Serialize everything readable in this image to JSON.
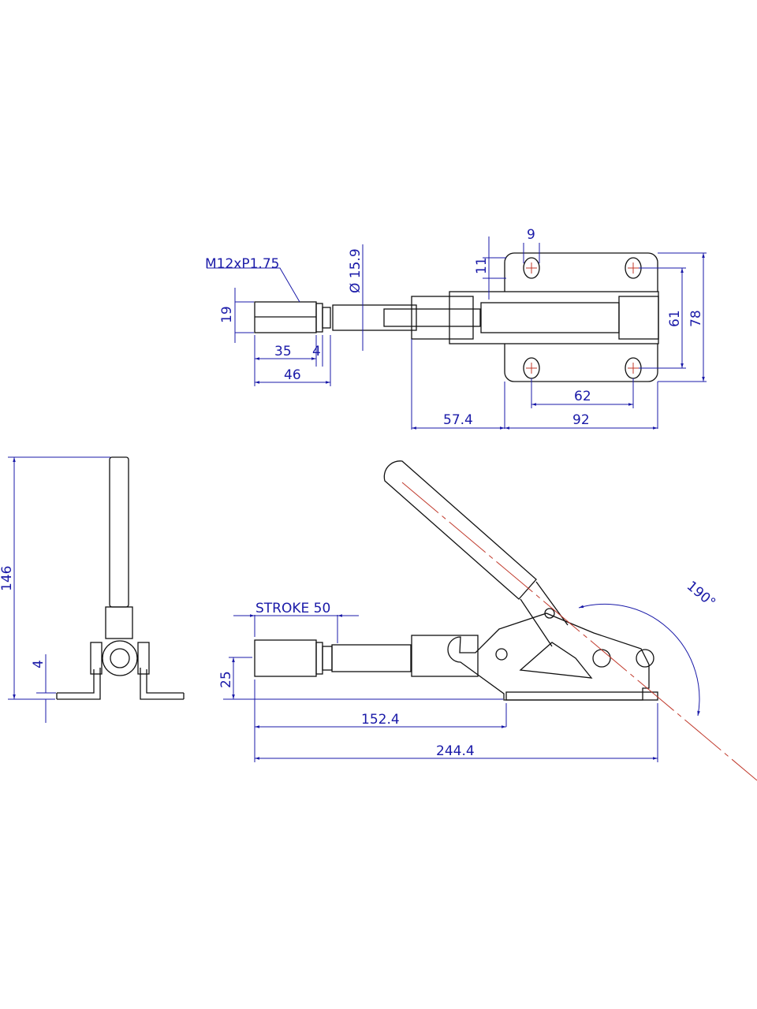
{
  "dimensions": {
    "thread": "M12xP1.75",
    "diameter": "Ø 15.9",
    "hex_height": "19",
    "thread_len": "35",
    "nut_len": "4",
    "tip_len": "46",
    "hole_w": "9",
    "hole_h": "11",
    "hole_spacing_y": "61",
    "base_width": "78",
    "hole_spacing_x": "62",
    "base_length": "92",
    "offset": "57.4",
    "height": "146",
    "base_thickness": "4",
    "stroke": "STROKE 50",
    "plunger_height": "25",
    "to_base": "152.4",
    "overall": "244.4",
    "angle": "190°"
  },
  "colors": {
    "dimension": "#1a1aa8",
    "centerline": "#c0392b",
    "outline": "#111111"
  }
}
